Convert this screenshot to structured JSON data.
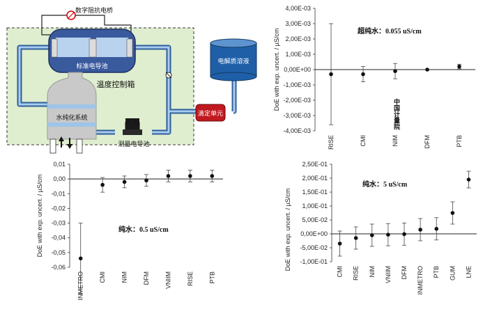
{
  "diagram": {
    "bridge_label": "数字阻抗电桥",
    "cell_label": "标准电导池",
    "chamber_label": "温度控制箱",
    "electrolyte_label": "电解质溶液",
    "titration_label": "滴定单元",
    "purifier_label": "水纯化系统",
    "measure_cell_label": "测量电导池",
    "colors": {
      "chamber_fill": "#dfeecf",
      "cell_fill": "#3a5a9e",
      "tank_fill": "#1f5fa8",
      "titration_fill": "#c0191f",
      "pipe": "#7aa8d6"
    }
  },
  "chart_data": [
    {
      "type": "scatter",
      "ylabel": "DoE with exp. uncert.  / µS/cm",
      "annotation": "超纯水：0.055 uS/cm",
      "stamp": "中国计量院",
      "categories": [
        "RISE",
        "CMI",
        "NIM",
        "DFM",
        "PTB"
      ],
      "values": [
        -0.0003,
        -0.0003,
        -0.0001,
        0.0,
        0.0002
      ],
      "err": [
        0.0033,
        0.0005,
        0.0005,
        0.0,
        0.00015
      ],
      "ylim": [
        -0.004,
        0.004
      ],
      "yticks": [
        -0.004,
        -0.003,
        -0.002,
        -0.001,
        0.0,
        0.001,
        0.002,
        0.003,
        0.004
      ],
      "yticklabels": [
        "-4,00E-03",
        "-3,00E-03",
        "-2,00E-03",
        "-1,00E-03",
        "0,00E+00",
        "1,00E-03",
        "2,00E-03",
        "3,00E-03",
        "4,00E-03"
      ]
    },
    {
      "type": "scatter",
      "ylabel": "DoE with exp. uncert.  / µS/cm",
      "annotation": "纯水：0.5 uS/cm",
      "categories": [
        "INMETRO",
        "CMI",
        "NIM",
        "DFM",
        "VNIIM",
        "RISE",
        "PTB"
      ],
      "values": [
        -0.054,
        -0.004,
        -0.002,
        -0.001,
        0.002,
        0.002,
        0.002
      ],
      "err": [
        0.024,
        0.005,
        0.004,
        0.004,
        0.004,
        0.004,
        0.004
      ],
      "ylim": [
        -0.06,
        0.01
      ],
      "yticks": [
        -0.06,
        -0.05,
        -0.04,
        -0.03,
        -0.02,
        -0.01,
        0.0,
        0.01
      ],
      "yticklabels": [
        "-0,06",
        "-0,05",
        "-0,04",
        "-0,03",
        "-0,02",
        "-0,01",
        "0,00",
        "0,01"
      ]
    },
    {
      "type": "scatter",
      "ylabel": "DoE with exp. uncert.  / µS/cm",
      "annotation": "纯水：5 uS/cm",
      "categories": [
        "CMI",
        "RISE",
        "NIM",
        "VNIIM",
        "DFM",
        "INMETRO",
        "PTB",
        "GUM",
        "LNE"
      ],
      "values": [
        -0.035,
        -0.015,
        -0.005,
        -0.003,
        -0.001,
        0.015,
        0.018,
        0.075,
        0.195
      ],
      "err": [
        0.045,
        0.04,
        0.04,
        0.04,
        0.04,
        0.04,
        0.04,
        0.04,
        0.03
      ],
      "ylim": [
        -0.1,
        0.25
      ],
      "yticks": [
        -0.1,
        -0.05,
        0.0,
        0.05,
        0.1,
        0.15,
        0.2,
        0.25
      ],
      "yticklabels": [
        "-1,00E-01",
        "-5,00E-02",
        "0,00E+00",
        "5,00E-02",
        "1,00E-01",
        "1,50E-01",
        "2,00E-01",
        "2,50E-01"
      ]
    }
  ]
}
